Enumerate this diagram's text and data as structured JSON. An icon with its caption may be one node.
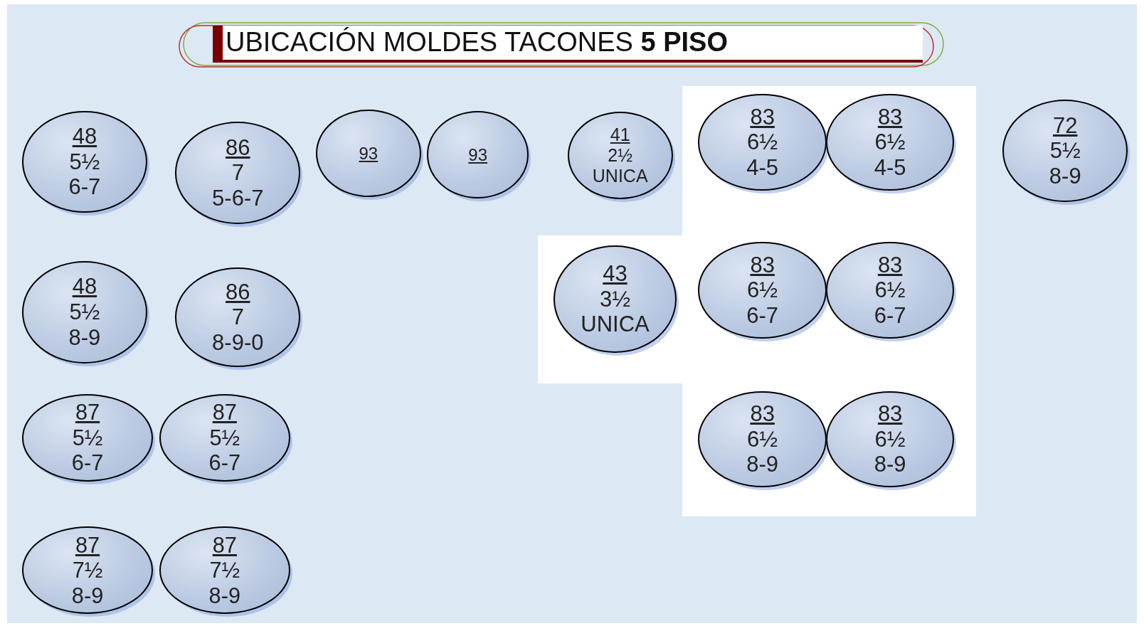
{
  "diagram": {
    "title": "UBICACIÓN MOLDES TACONES **5 PISO**",
    "nodes": [
      {
        "text": [
          "48",
          "5½",
          "6-7"
        ]
      },
      {
        "text": [
          "86",
          "7",
          "5-6-7"
        ]
      },
      {
        "text": [
          "93"
        ]
      },
      {
        "text": [
          "93"
        ]
      },
      {
        "text": [
          "41",
          "2½",
          "UNICA"
        ]
      },
      {
        "text": [
          "83",
          "6½",
          "4-5"
        ]
      },
      {
        "text": [
          "83",
          "6½",
          "4-5"
        ]
      },
      {
        "text": [
          "72",
          "5½",
          "8-9"
        ]
      },
      {
        "text": [
          "48",
          "5½",
          "8-9"
        ]
      },
      {
        "text": [
          "86",
          "7",
          "8-9-0"
        ]
      },
      {
        "text": [
          "43",
          "3½",
          "UNICA"
        ]
      },
      {
        "text": [
          "83",
          "6½",
          "6-7"
        ]
      },
      {
        "text": [
          "83",
          "6½",
          "6-7"
        ]
      },
      {
        "text": [
          "87",
          "5½",
          "6-7"
        ]
      },
      {
        "text": [
          "87",
          "5½",
          "6-7"
        ]
      },
      {
        "text": [
          "83",
          "6½",
          "8-9"
        ]
      },
      {
        "text": [
          "83",
          "6½",
          "8-9"
        ]
      },
      {
        "text": [
          "87",
          "7½",
          "8-9"
        ]
      },
      {
        "text": [
          "87",
          "7½",
          "8-9"
        ]
      }
    ]
  }
}
